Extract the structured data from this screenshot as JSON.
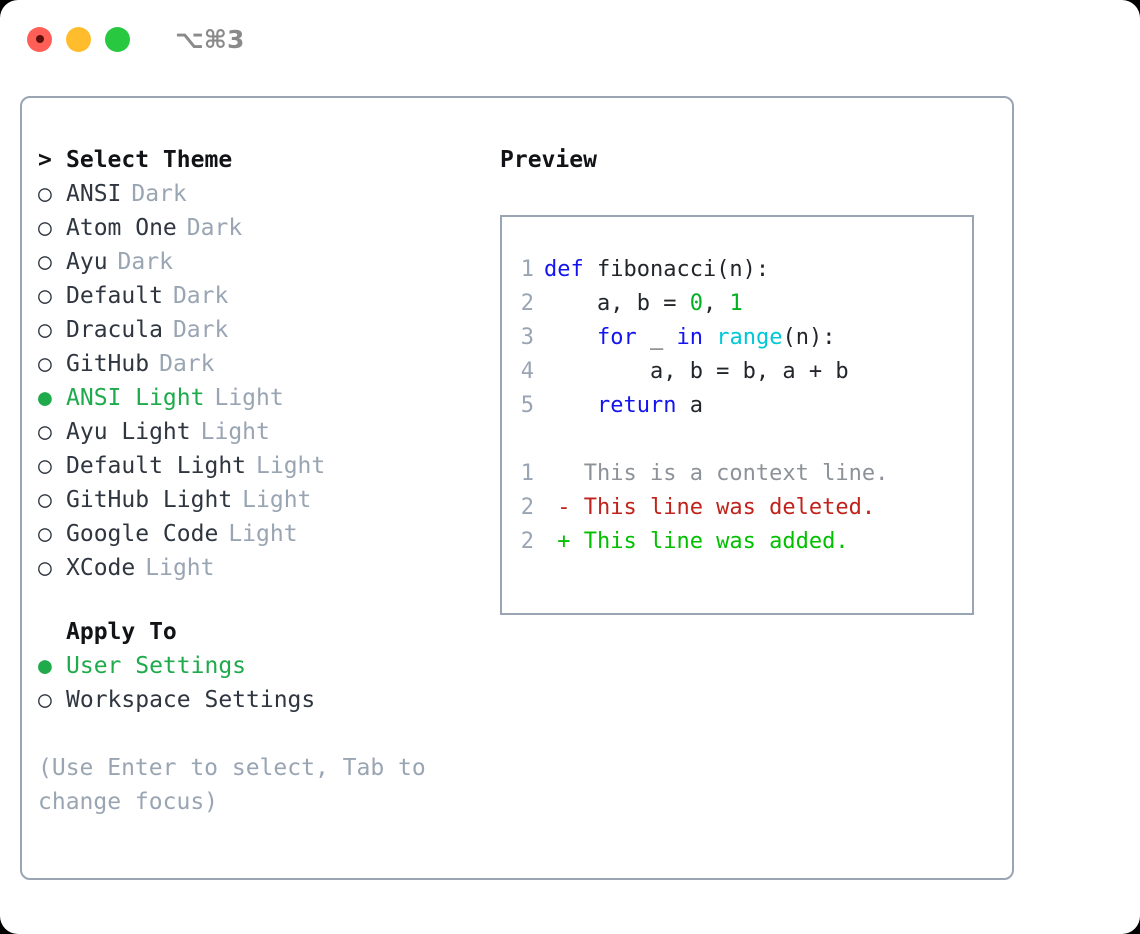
{
  "titlebar": {
    "shortcut": "⌥⌘3",
    "lights": [
      {
        "name": "close",
        "color": "#ff5f57"
      },
      {
        "name": "minimize",
        "color": "#ffbd2e"
      },
      {
        "name": "maximize",
        "color": "#28c840"
      }
    ]
  },
  "theme_picker": {
    "heading": "Select Theme",
    "heading_marker": ">",
    "selected_marker": "●",
    "unselected_marker": "○",
    "selected_color": "#1faa4b",
    "items": [
      {
        "name": "ANSI",
        "kind": "Dark",
        "selected": false
      },
      {
        "name": "Atom One",
        "kind": "Dark",
        "selected": false
      },
      {
        "name": "Ayu",
        "kind": "Dark",
        "selected": false
      },
      {
        "name": "Default",
        "kind": "Dark",
        "selected": false
      },
      {
        "name": "Dracula",
        "kind": "Dark",
        "selected": false
      },
      {
        "name": "GitHub",
        "kind": "Dark",
        "selected": false
      },
      {
        "name": "ANSI Light",
        "kind": "Light",
        "selected": true
      },
      {
        "name": "Ayu Light",
        "kind": "Light",
        "selected": false
      },
      {
        "name": "Default Light",
        "kind": "Light",
        "selected": false
      },
      {
        "name": "GitHub Light",
        "kind": "Light",
        "selected": false
      },
      {
        "name": "Google Code",
        "kind": "Light",
        "selected": false
      },
      {
        "name": "XCode",
        "kind": "Light",
        "selected": false
      }
    ]
  },
  "apply_to": {
    "heading": "Apply To",
    "items": [
      {
        "label": "User Settings",
        "selected": true
      },
      {
        "label": "Workspace Settings",
        "selected": false
      }
    ]
  },
  "help_text": "(Use Enter to select, Tab to change focus)",
  "preview": {
    "title": "Preview",
    "code_lines": [
      {
        "number": "1",
        "tokens": [
          {
            "text": "def ",
            "type": "kw"
          },
          {
            "text": "fibonacci(n):",
            "type": "plain"
          }
        ]
      },
      {
        "number": "2",
        "tokens": [
          {
            "text": "    a, b = ",
            "type": "plain"
          },
          {
            "text": "0",
            "type": "num"
          },
          {
            "text": ", ",
            "type": "plain"
          },
          {
            "text": "1",
            "type": "num"
          }
        ]
      },
      {
        "number": "3",
        "tokens": [
          {
            "text": "    for ",
            "type": "kw"
          },
          {
            "text": "_ ",
            "type": "plain"
          },
          {
            "text": "in ",
            "type": "kw"
          },
          {
            "text": "range",
            "type": "fn"
          },
          {
            "text": "(n):",
            "type": "plain"
          }
        ]
      },
      {
        "number": "4",
        "tokens": [
          {
            "text": "        a, b = b, a + b",
            "type": "plain"
          }
        ]
      },
      {
        "number": "5",
        "tokens": [
          {
            "text": "    return ",
            "type": "kw"
          },
          {
            "text": "a",
            "type": "plain"
          }
        ]
      }
    ],
    "diff_lines": [
      {
        "number": "1",
        "sign": " ",
        "text": "This is a context line.",
        "type": "ctx"
      },
      {
        "number": "2",
        "sign": "-",
        "text": "This line was deleted.",
        "type": "del"
      },
      {
        "number": "2",
        "sign": "+",
        "text": "This line was added.",
        "type": "add"
      }
    ]
  },
  "colors": {
    "border": "#9aa5b3",
    "accent_green": "#1faa4b",
    "keyword": "#1414f0",
    "function": "#00c8d7",
    "number": "#00b020",
    "diff_add": "#00c000",
    "diff_del": "#c0231b",
    "muted": "#9aa5b3"
  }
}
